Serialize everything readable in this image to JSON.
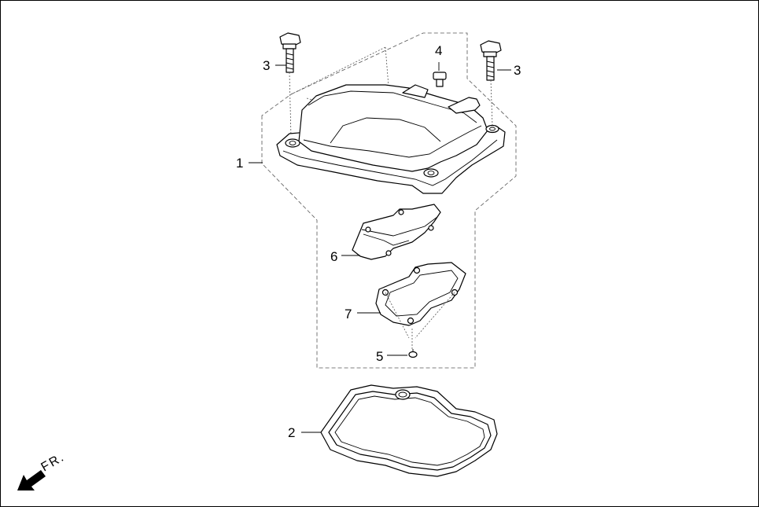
{
  "labels": {
    "l1": "1",
    "l2": "2",
    "l3a": "3",
    "l3b": "3",
    "l4": "4",
    "l5": "5",
    "l6": "6",
    "l7": "7"
  },
  "direction": "FR."
}
